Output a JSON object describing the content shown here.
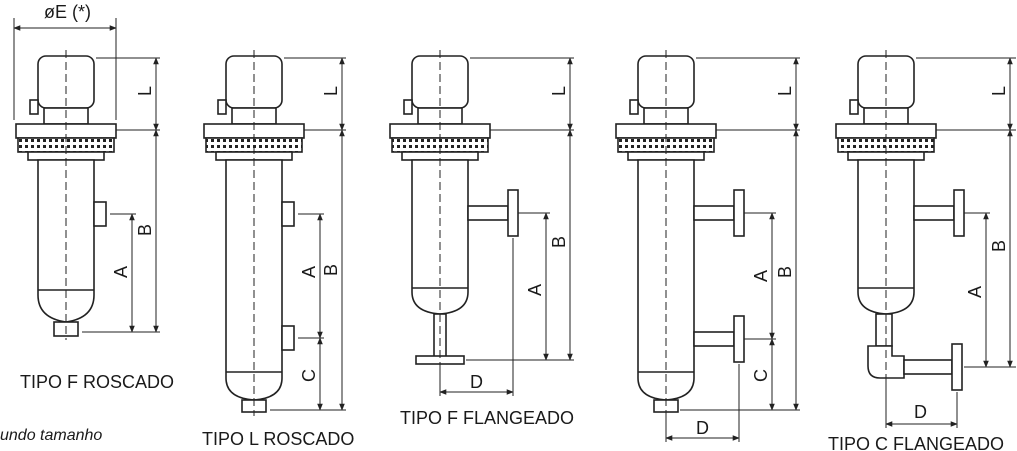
{
  "top_dimension": "øE (*)",
  "footnote": "undo tamanho",
  "filters": [
    {
      "title": "TIPO F ROSCADO",
      "dims": {
        "L": "L",
        "B": "B",
        "A": "A"
      }
    },
    {
      "title": "TIPO L ROSCADO",
      "dims": {
        "L": "L",
        "B": "B",
        "A": "A",
        "C": "C"
      }
    },
    {
      "title": "TIPO F FLANGEADO",
      "dims": {
        "L": "L",
        "B": "B",
        "A": "A",
        "D": "D"
      }
    },
    {
      "title": "",
      "dims": {
        "L": "L",
        "B": "B",
        "A": "A",
        "C": "C",
        "D": "D"
      }
    },
    {
      "title": "TIPO C FLANGEADO",
      "dims": {
        "L": "L",
        "B": "B",
        "A": "A",
        "D": "D"
      }
    }
  ]
}
